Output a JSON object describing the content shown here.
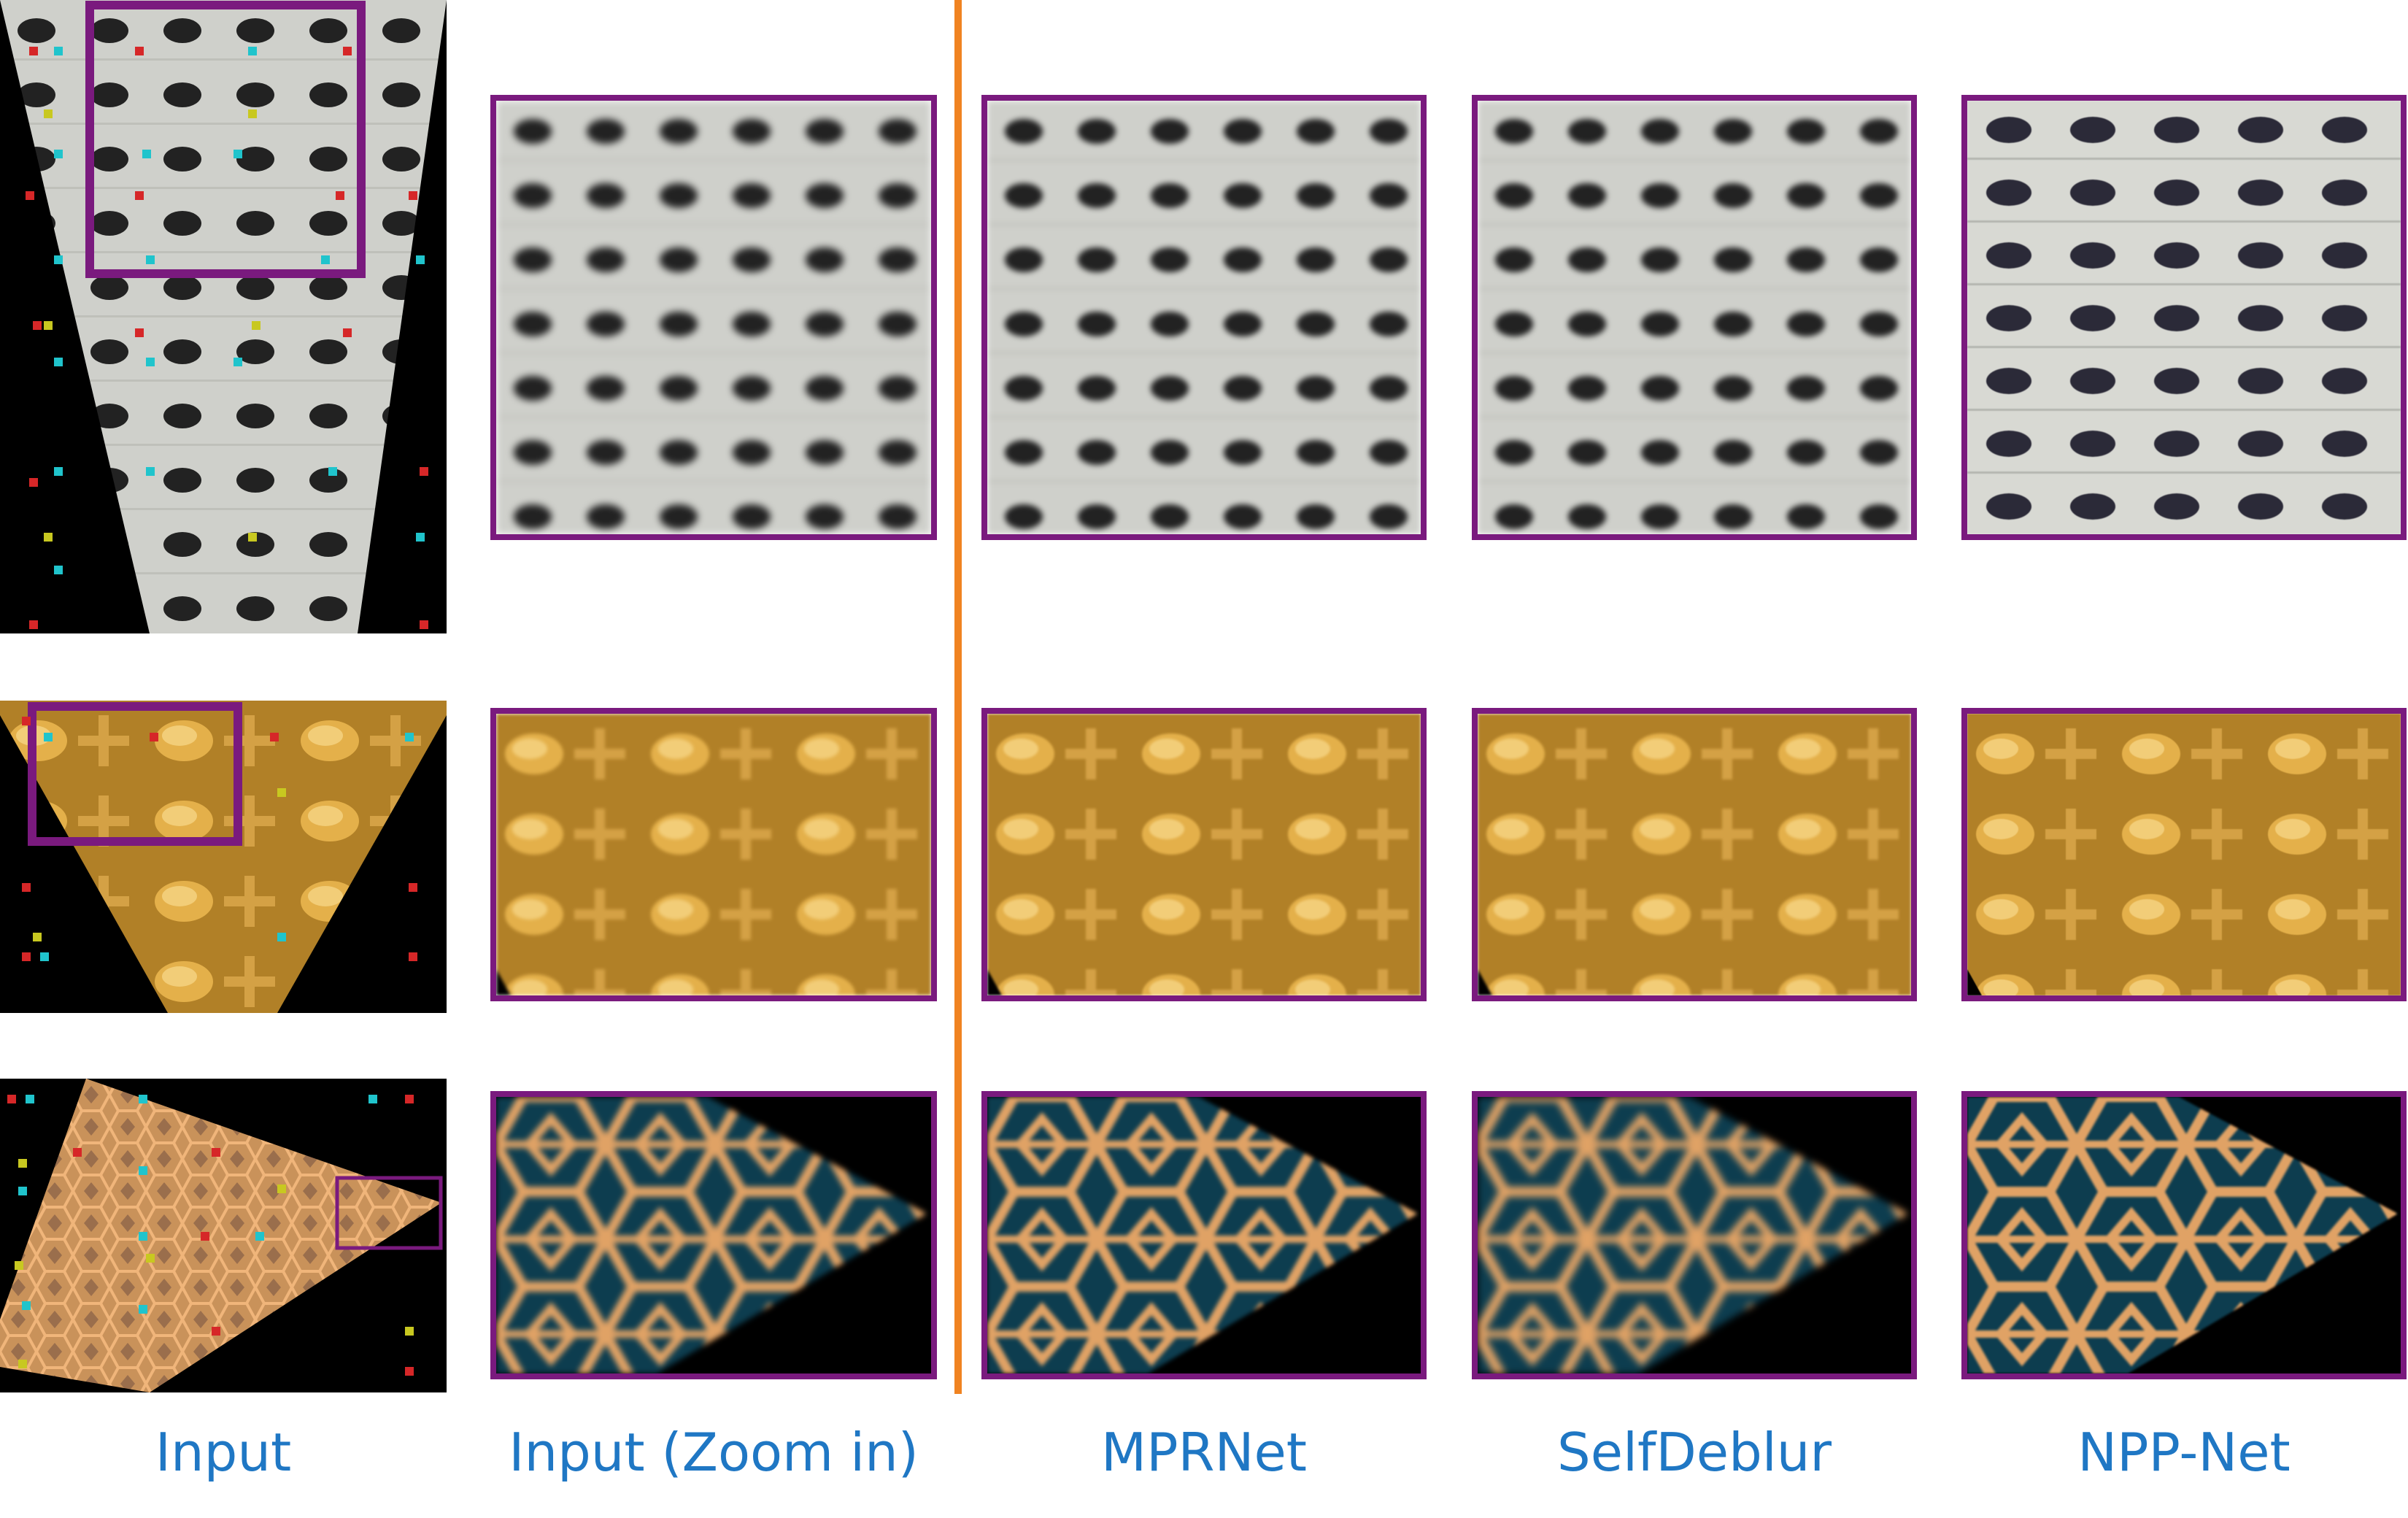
{
  "labels": {
    "input": "Input",
    "zoom": "Input (Zoom in)",
    "mprnet": "MPRNet",
    "selfdeblur": "SelfDeblur",
    "nppnet": "NPP-Net"
  },
  "colors": {
    "frame": "#7a1a7e",
    "divider": "#f08321",
    "label": "#1f77c4",
    "marker_red": "#d62728",
    "marker_cyan": "#20c4cc",
    "marker_yellow": "#c8c820",
    "tile_concrete": "#cfd0cb",
    "tile_gold": "#b8862a",
    "tile_pattern_line": "#e0a265",
    "tile_pattern_fill": "#0d3d4f"
  },
  "rows": [
    {
      "id": "concrete",
      "texture": "concrete-dimples"
    },
    {
      "id": "gold",
      "texture": "gold-tactile-tile"
    },
    {
      "id": "star",
      "texture": "star-lattice"
    }
  ]
}
